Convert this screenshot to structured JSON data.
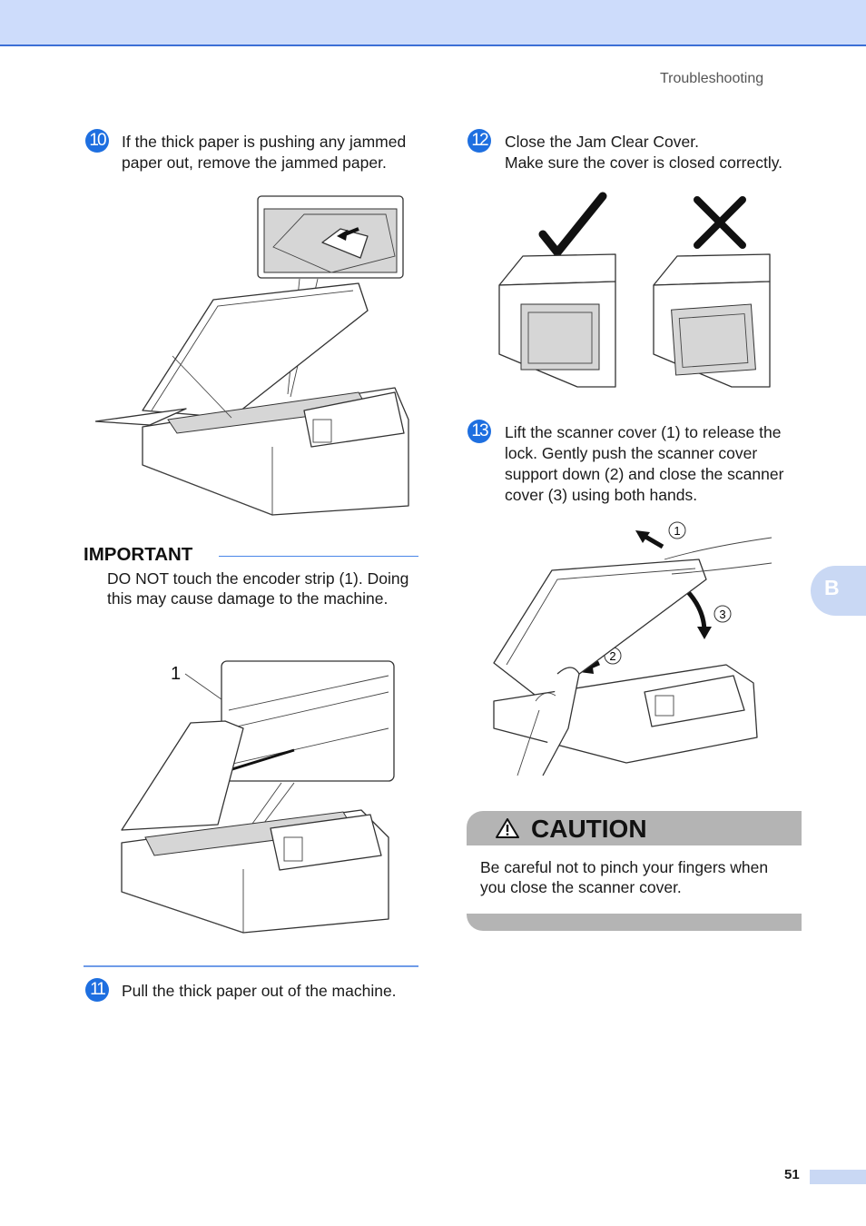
{
  "header": {
    "section": "Troubleshooting"
  },
  "steps": [
    {
      "number": "10",
      "text": "If the thick paper is pushing any jammed paper out, remove the jammed paper."
    },
    {
      "number": "11",
      "text": "Pull the thick paper out of the machine."
    },
    {
      "number": "12",
      "line1": "Close the Jam Clear Cover.",
      "line2": "Make sure the cover is closed correctly."
    },
    {
      "number": "13",
      "text": "Lift the scanner cover (1) to release the lock. Gently push the scanner cover support down (2) and close the scanner cover (3) using both hands."
    }
  ],
  "important": {
    "title": "IMPORTANT",
    "text": "DO NOT touch the encoder strip (1). Doing this may cause damage to the machine."
  },
  "figures": {
    "encoder_callout": "1",
    "scanner_callouts": [
      "1",
      "2",
      "3"
    ]
  },
  "caution": {
    "title": "CAUTION",
    "text": "Be careful not to pinch your fingers when you close the scanner cover."
  },
  "side_tab": "B",
  "page_number": "51",
  "colors": {
    "accent": "#1e6fe0",
    "band": "#cddcfb",
    "caution_gray": "#b4b4b4",
    "tab": "#c9d8f4"
  }
}
